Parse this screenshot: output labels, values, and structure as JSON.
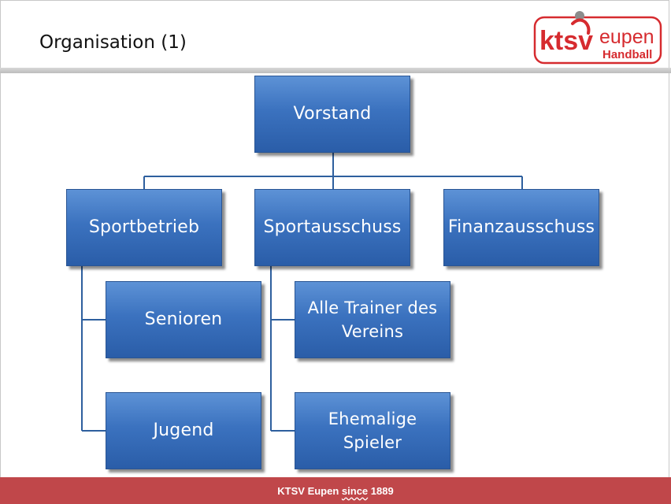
{
  "slide": {
    "title": "Organisation (1)",
    "logo": {
      "brand": "ktsv",
      "city": "eupen",
      "sport": "Handball",
      "colors": {
        "red": "#d62b2f",
        "grey": "#8c8c8c"
      }
    },
    "footer": {
      "text_before": "KTSV Eupen ",
      "text_flagged": "since",
      "text_after": " 1889"
    }
  },
  "org_chart": {
    "root": "Vorstand",
    "departments": [
      {
        "label": "Sportbetrieb",
        "children": [
          "Senioren",
          "Jugend"
        ]
      },
      {
        "label": "Sportausschuss",
        "children": [
          "Alle Trainer des Vereins",
          "Ehemalige Spieler"
        ]
      },
      {
        "label": "Finanzausschuss",
        "children": []
      }
    ]
  },
  "colors": {
    "box_fill": "#3b72bf",
    "box_border": "#2a5593",
    "line": "#2e5f9e",
    "footer": "#c0474a"
  }
}
